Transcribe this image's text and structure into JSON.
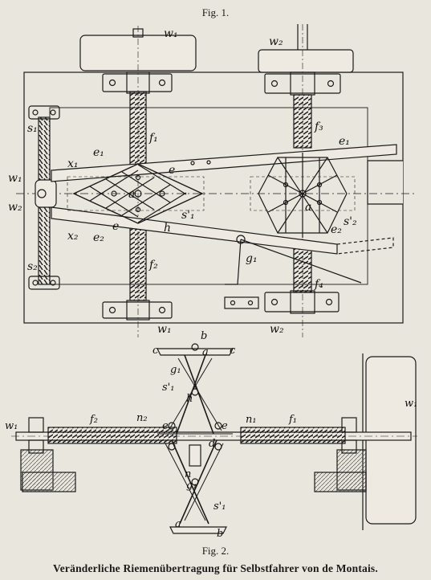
{
  "figures": {
    "fig1": "Fig. 1.",
    "fig2": "Fig. 2."
  },
  "caption": "Veränderliche Riemenübertragung für Selbstfahrer von de Montais.",
  "labels_fig1": {
    "w1_top": "w₁",
    "w2_top": "w₂",
    "f1": "f₁",
    "f2": "f₂",
    "f3": "f₃",
    "f4": "f₄",
    "s1": "s₁",
    "s2": "s₂",
    "x1": "x₁",
    "x2": "x₂",
    "e1_left": "e₁",
    "e1_right": "e₁",
    "e2_left": "e₂",
    "e2_right": "e₂",
    "e_small": "e",
    "e_right": "e",
    "a_left": "a",
    "a_right": "a",
    "h": "h",
    "g1": "g₁",
    "s1_mid": "s'₁",
    "s2_mid": "s'₂",
    "w1_small": "w₁",
    "w2_small": "w₂",
    "w1_bottom": "w₁",
    "w2_bottom": "w₂"
  },
  "labels_fig2": {
    "b_top": "b",
    "c_left": "c",
    "c_right": "c",
    "a_top": "a",
    "g1": "g₁",
    "s1_top": "s'₁",
    "h": "h",
    "f2": "f₂",
    "f1": "f₁",
    "n2": "n₂",
    "n1": "n₁",
    "w1_left": "w₁",
    "w1_right": "w₁",
    "e_left": "e",
    "e_right": "e",
    "d": "d",
    "n": "n",
    "g1_low": "g₁",
    "s1_low": "s'₁",
    "a_bottom": "a",
    "b_bottom": "b"
  }
}
